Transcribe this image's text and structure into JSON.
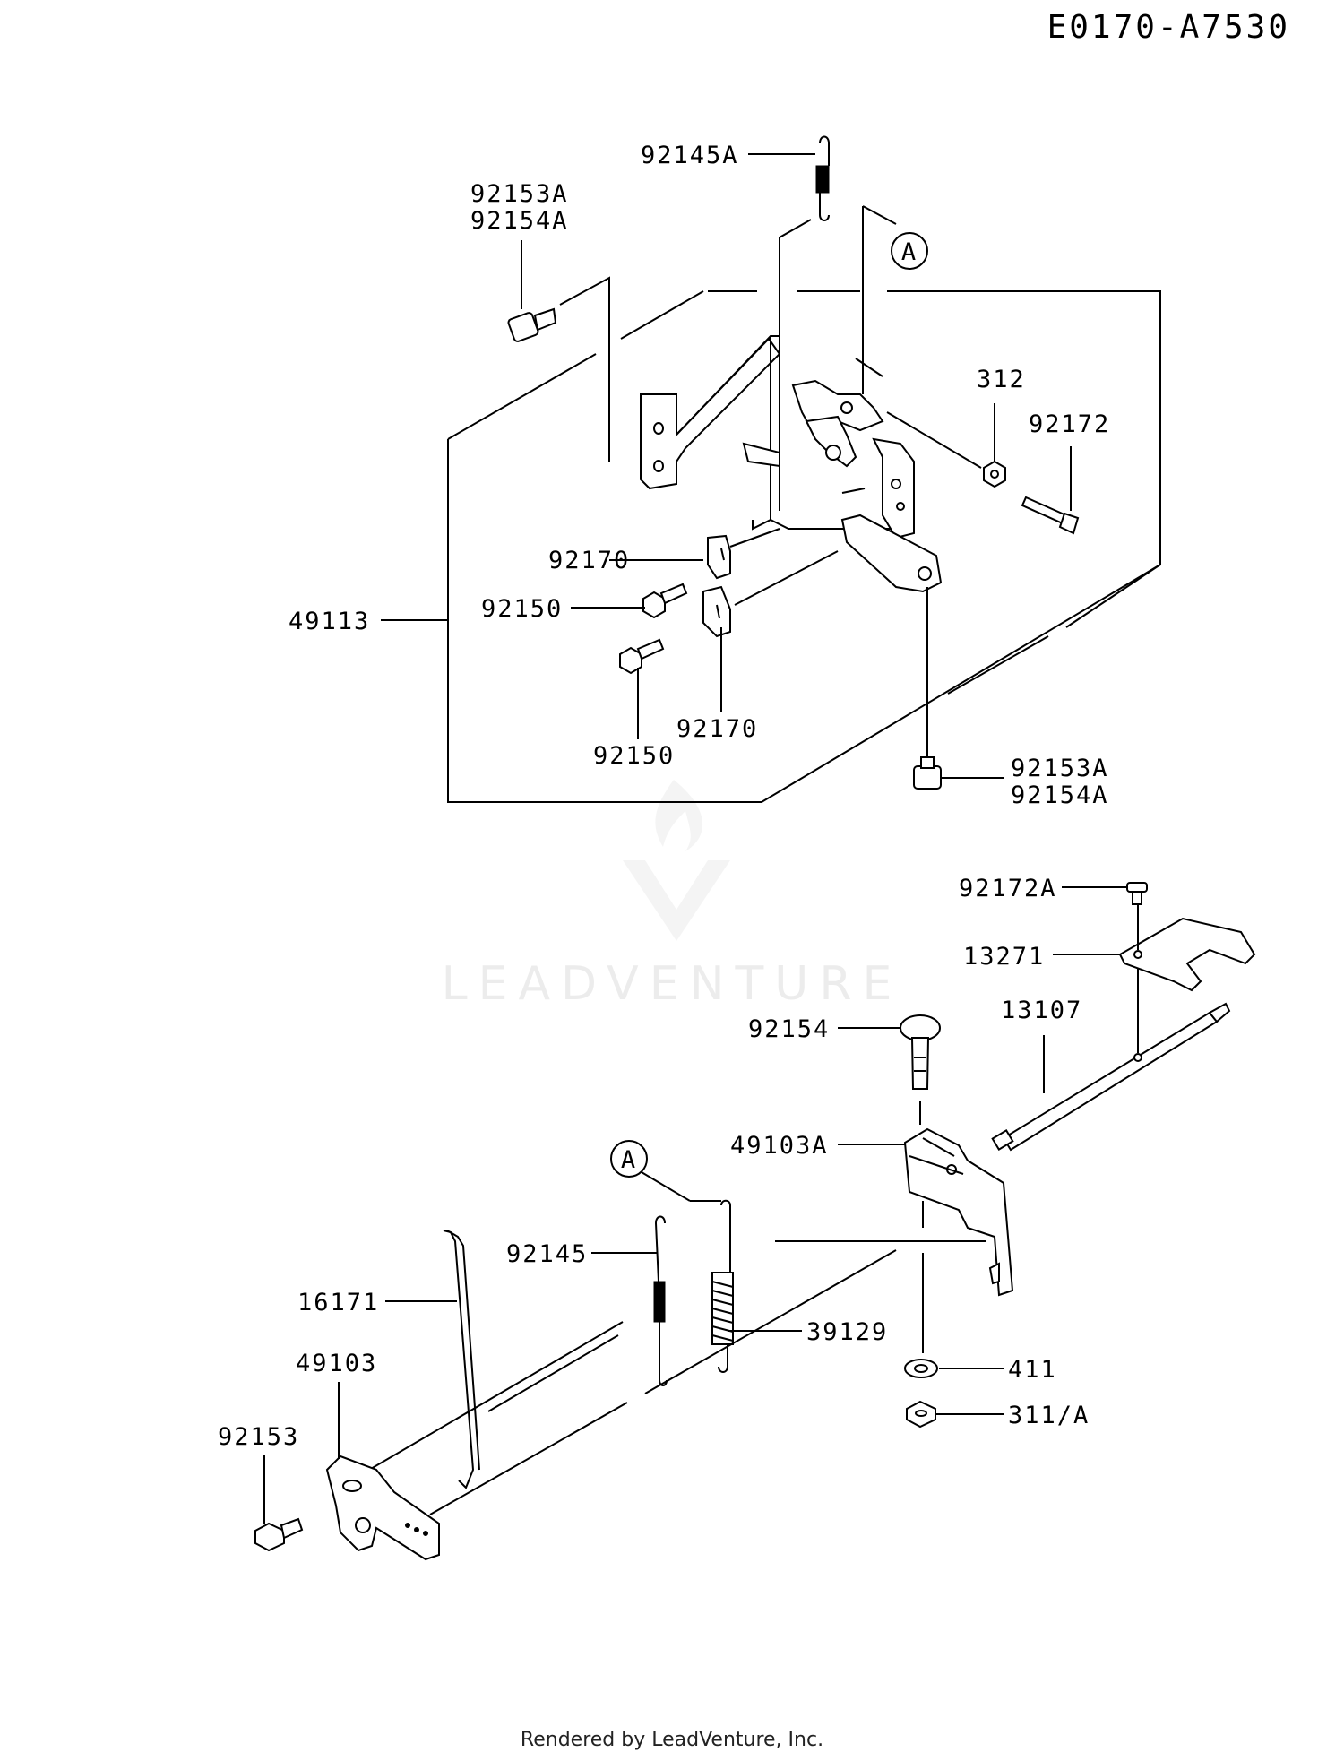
{
  "diagram_code": "E0170-A7530",
  "footer": "Rendered by LeadVenture, Inc.",
  "watermark": "LEADVENTURE",
  "callout_marker": "A",
  "labels": {
    "l92145A": "92145A",
    "l92153A_top_1": "92153A",
    "l92154A_top_2": "92154A",
    "l312": "312",
    "l92172": "92172",
    "l92170_a": "92170",
    "l92150_a": "92150",
    "l49113": "49113",
    "l92150_b": "92150",
    "l92170_b": "92170",
    "l92153A_bot_1": "92153A",
    "l92154A_bot_2": "92154A",
    "l92172A": "92172A",
    "l13271": "13271",
    "l13107": "13107",
    "l92154": "92154",
    "l49103A": "49103A",
    "l92145": "92145",
    "l39129": "39129",
    "l16171": "16171",
    "l49103": "49103",
    "l92153": "92153",
    "l411": "411",
    "l311A": "311/A"
  }
}
